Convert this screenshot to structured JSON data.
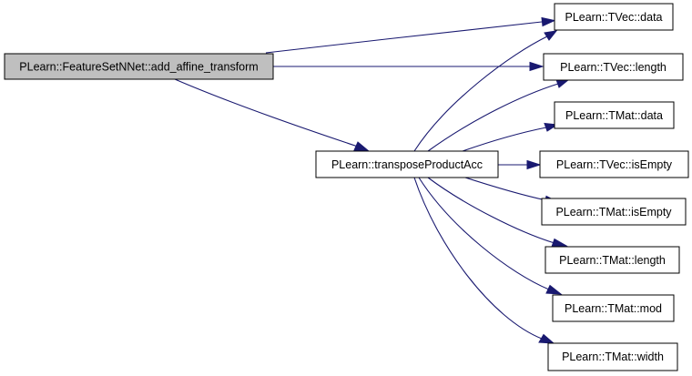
{
  "diagram": {
    "colors": {
      "root_fill": "#bfbfbf",
      "node_fill": "#ffffff",
      "edge": "#191970"
    },
    "nodes": {
      "root": "PLearn::FeatureSetNNet::add_affine_transform",
      "transpose": "PLearn::transposeProductAcc",
      "tvec_data": "PLearn::TVec::data",
      "tvec_length": "PLearn::TVec::length",
      "tmat_data": "PLearn::TMat::data",
      "tvec_isempty": "PLearn::TVec::isEmpty",
      "tmat_isempty": "PLearn::TMat::isEmpty",
      "tmat_length": "PLearn::TMat::length",
      "tmat_mod": "PLearn::TMat::mod",
      "tmat_width": "PLearn::TMat::width"
    },
    "edges": [
      {
        "from": "root",
        "to": "tvec_data"
      },
      {
        "from": "root",
        "to": "tvec_length"
      },
      {
        "from": "root",
        "to": "transpose"
      },
      {
        "from": "transpose",
        "to": "tvec_data"
      },
      {
        "from": "transpose",
        "to": "tvec_length"
      },
      {
        "from": "transpose",
        "to": "tmat_data"
      },
      {
        "from": "transpose",
        "to": "tvec_isempty"
      },
      {
        "from": "transpose",
        "to": "tmat_isempty"
      },
      {
        "from": "transpose",
        "to": "tmat_length"
      },
      {
        "from": "transpose",
        "to": "tmat_mod"
      },
      {
        "from": "transpose",
        "to": "tmat_width"
      }
    ]
  }
}
